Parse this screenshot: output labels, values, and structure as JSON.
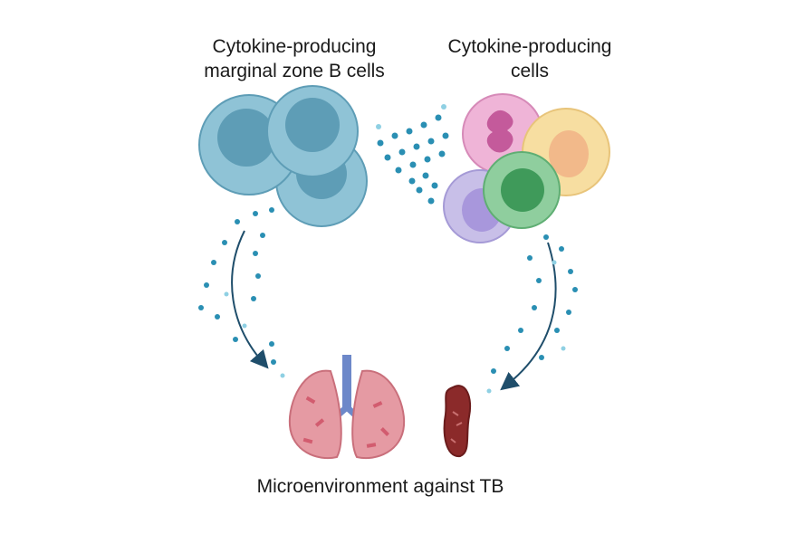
{
  "labels": {
    "left_group": [
      "Cytokine-producing",
      "marginal zone B cells"
    ],
    "right_group": [
      "Cytokine-producing",
      "cells"
    ],
    "bottom": "Microenvironment against TB"
  },
  "colors": {
    "b_cell_fill": "#8fc3d6",
    "b_cell_nucleus": "#5e9db6",
    "arrow": "#1f4e6b",
    "dot": "#2a8fb3",
    "dot_light": "#8fd0e3",
    "lung": "#e59aa3",
    "spleen": "#8b2a2a",
    "pink_cell": "#efb4d7",
    "yellow_cell": "#f7dea1",
    "purple_cell": "#c8bfe8",
    "green_cell": "#8fce9e"
  },
  "icons": [
    "b-cell-cluster",
    "immune-cell-cluster",
    "lungs-icon",
    "spleen-icon"
  ]
}
